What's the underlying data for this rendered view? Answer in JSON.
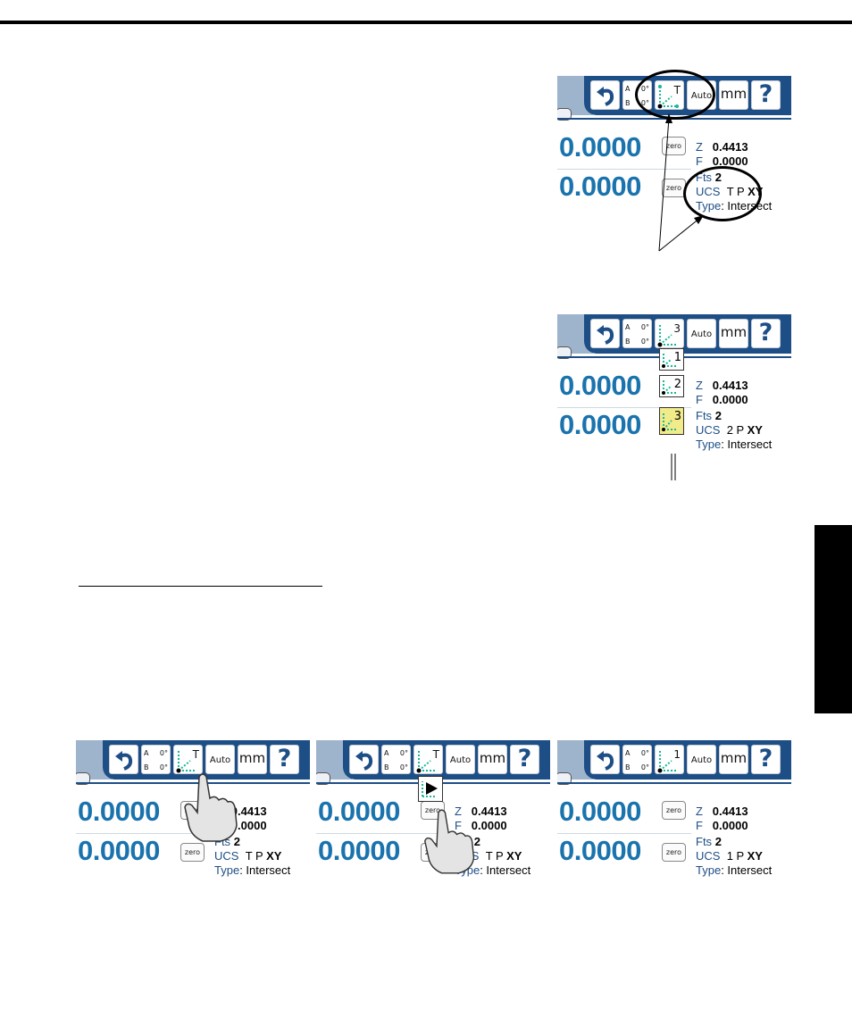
{
  "ui": {
    "btn_auto": "Auto",
    "btn_units": "mm",
    "btn_help": "?",
    "btn_zero": "zero",
    "axis_a": "A",
    "axis_b": "B",
    "angle": "0°",
    "label_z": "Z",
    "label_f": "F",
    "label_fts": "Fts",
    "label_ucs": "UCS",
    "label_type": "Type",
    "type_value": ": Intersect",
    "readout_1": "0.0000",
    "readout_2": "0.0000",
    "z_value": "0.4413",
    "f_value": "0.0000",
    "fts_value": "2",
    "xy": "XY"
  },
  "panels": {
    "top": {
      "cs_label": "T",
      "ucs_prefix": "T P"
    },
    "middle": {
      "cs_label": "3",
      "ucs_prefix": "2 P",
      "popup_items": [
        "1",
        "2",
        "3"
      ],
      "selected_item": "3"
    },
    "bottom1": {
      "cs_label": "T",
      "ucs_prefix": "T P"
    },
    "bottom2": {
      "cs_label": "T",
      "ucs_prefix": "T P"
    },
    "bottom3": {
      "cs_label": "1",
      "ucs_prefix": "1 P"
    }
  },
  "colors": {
    "toolbar": "#1d4e86",
    "readout": "#1a73ad",
    "left_band": "#9db4cc",
    "popup_selected": "#f2eb8a",
    "axis_icon": "#16b89a"
  }
}
